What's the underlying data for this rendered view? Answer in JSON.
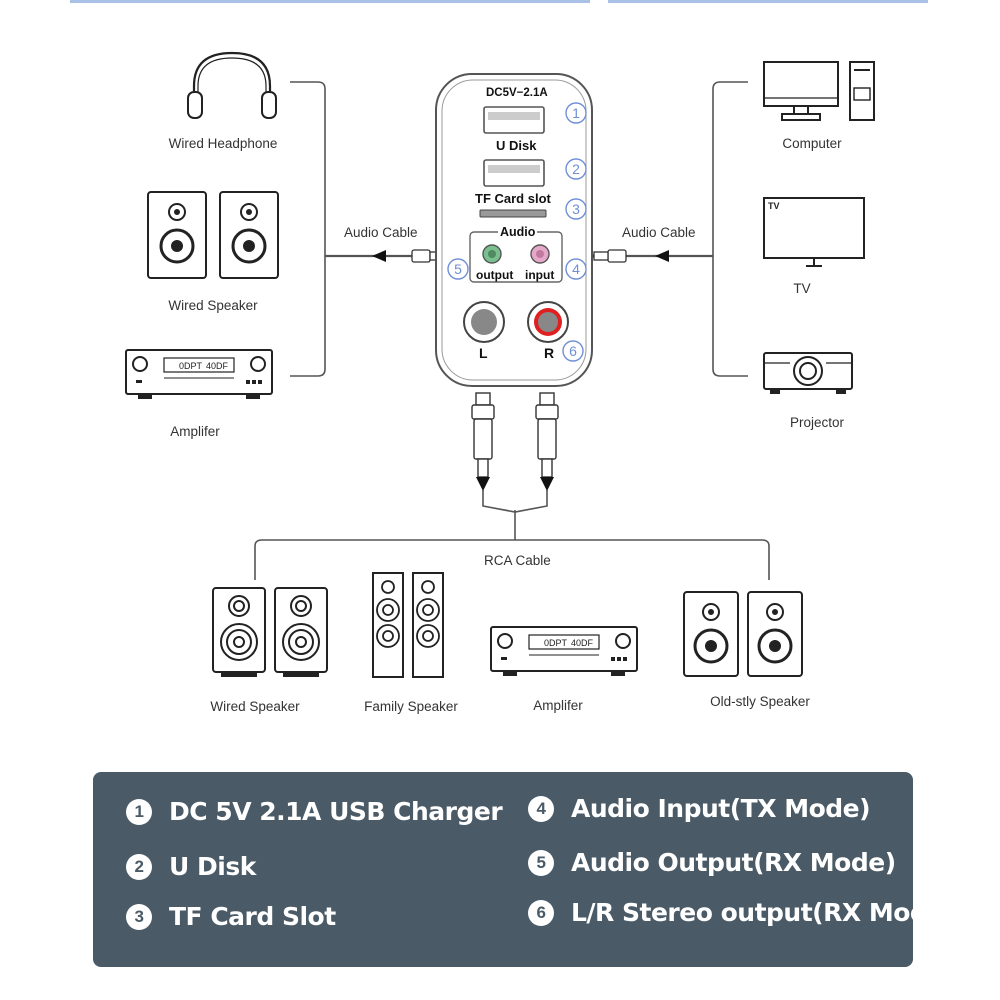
{
  "left_devices": {
    "headphone": "Wired Headphone",
    "speaker": "Wired Speaker",
    "amplifier": "Amplifer"
  },
  "right_devices": {
    "computer": "Computer",
    "tv": "TV",
    "tv_screen_text": "TV",
    "projector": "Projector"
  },
  "cables": {
    "left": "Audio Cable",
    "right": "Audio Cable",
    "rca": "RCA Cable"
  },
  "device": {
    "power": "DC5V−2.1A",
    "udisk": "U Disk",
    "tf": "TF Card slot",
    "audio": "Audio",
    "output": "output",
    "input": "input",
    "left_ch": "L",
    "right_ch": "R",
    "nums": [
      "1",
      "2",
      "3",
      "4",
      "5",
      "6"
    ]
  },
  "amp_display": {
    "a": "0DPT",
    "b": "40DF"
  },
  "bottom_devices": {
    "wired": "Wired Speaker",
    "family": "Family Speaker",
    "amplifier": "Amplifer",
    "oldstyle": "Old-stly Speaker"
  },
  "legend": [
    {
      "num": "1",
      "text": "DC 5V 2.1A USB Charger"
    },
    {
      "num": "2",
      "text": "U Disk"
    },
    {
      "num": "3",
      "text": "TF Card Slot"
    },
    {
      "num": "4",
      "text": "Audio Input(TX Mode)"
    },
    {
      "num": "5",
      "text": "Audio Output(RX Mode)"
    },
    {
      "num": "6",
      "text": "L/R Stereo output(RX Mode)"
    }
  ],
  "colors": {
    "legend_bg": "#4a5a66",
    "number_circle": "#6f8fd6",
    "rca_red": "#e02020",
    "jack_green": "#7ac08f",
    "jack_pink": "#e6a8c8"
  }
}
